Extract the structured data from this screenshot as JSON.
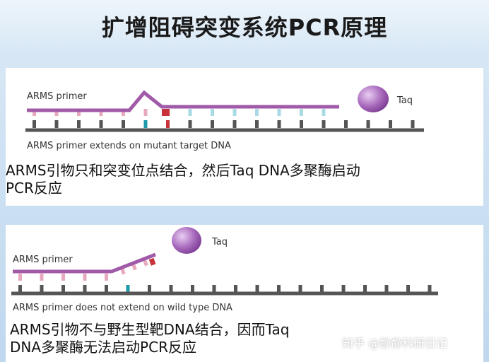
{
  "title": "扩增阻碍突变系统PCR原理",
  "panel_top": {
    "primer_label": "ARMS primer",
    "enzyme_label": "Taq",
    "bottom_label": "ARMS primer extends on mutant target DNA",
    "caption_line1": "ARMS引物只和突变位点结合，然后Taq DNA多聚酶启动",
    "caption_line2": "PCR反应"
  },
  "panel_bottom": {
    "primer_label": "ARMS primer",
    "enzyme_label": "Taq",
    "bottom_label": "ARMS primer does not extend on wild type DNA",
    "caption_line1": "ARMS引物不与野生型靶DNA结合，因而Taq",
    "caption_line2": "DNA多聚酶无法启动PCR反应"
  },
  "watermark": "知乎 @静静科研日记",
  "colors": {
    "primer": "#a05aa8",
    "strand": "#555555",
    "pink_tick": "#e7aabd",
    "cyan_tick": "#a9dbe4",
    "teal_base": "#1f9aaa",
    "red_base": "#c8323a",
    "taq": "#9a5ab0"
  }
}
